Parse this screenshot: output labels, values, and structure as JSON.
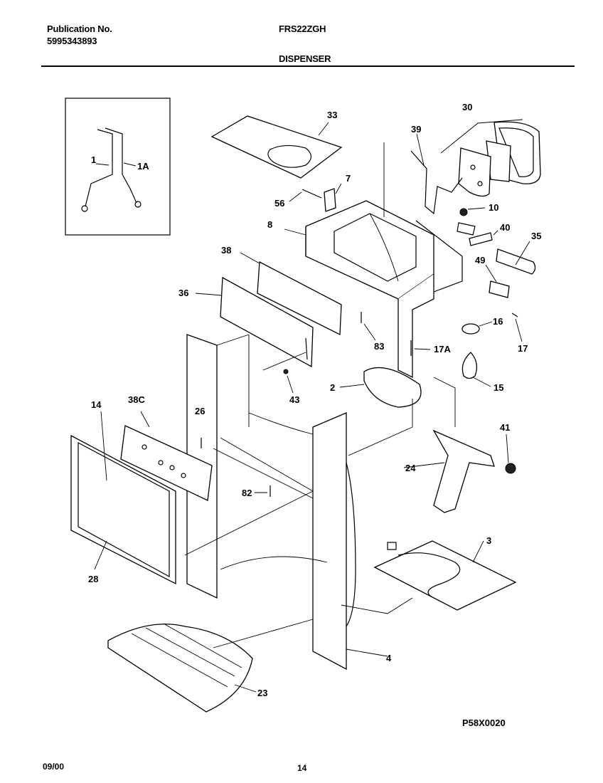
{
  "header": {
    "publication_label": "Publication No.",
    "publication_number": "5995343893",
    "model": "FRS22ZGH",
    "section": "DISPENSER"
  },
  "callouts": {
    "c1": "1",
    "c1A": "1A",
    "c33": "33",
    "c30": "30",
    "c39": "39",
    "c7": "7",
    "c56": "56",
    "c10": "10",
    "c8": "8",
    "c40": "40",
    "c35": "35",
    "c38": "38",
    "c49": "49",
    "c36": "36",
    "c16": "16",
    "c83": "83",
    "c17A": "17A",
    "c17": "17",
    "c2": "2",
    "c15": "15",
    "c43": "43",
    "c14": "14",
    "c38C": "38C",
    "c26": "26",
    "c41": "41",
    "c24": "24",
    "c82": "82",
    "c3": "3",
    "c28": "28",
    "c4": "4",
    "c23": "23"
  },
  "figure_id": "P58X0020",
  "footer": {
    "date": "09/00",
    "page": "14"
  }
}
